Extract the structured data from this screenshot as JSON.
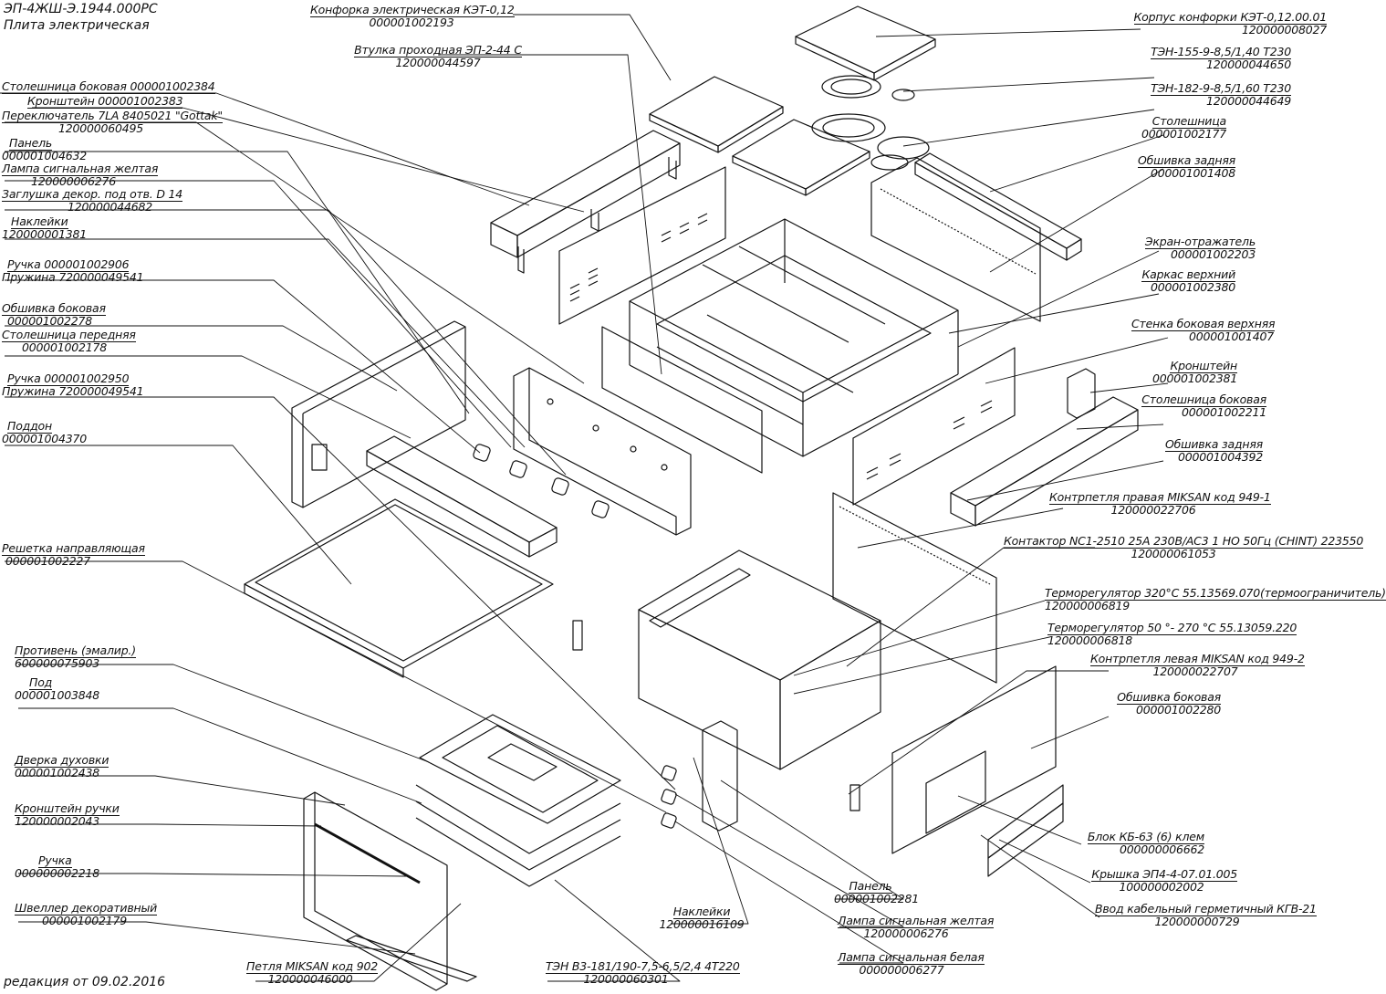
{
  "header": {
    "doc_code": "ЭП-4ЖШ-Э.1944.000РС",
    "doc_title": "Плита электрическая"
  },
  "footer": {
    "revision": "редакция от 09.02.2016"
  },
  "labels": {
    "l1": {
      "name": "Конфорка электрическая КЭТ-0,12",
      "code": "000001002193"
    },
    "l2": {
      "name": "Втулка проходная ЭП-2-44 С",
      "code": "120000044597"
    },
    "l3": {
      "name": "Корпус конфорки КЭТ-0,12.00.01",
      "code": "120000008027"
    },
    "l4": {
      "name": "ТЭН-155-9-8,5/1,40 Т230",
      "code": "120000044650"
    },
    "l5": {
      "name": "ТЭН-182-9-8,5/1,60 Т230",
      "code": "120000044649"
    },
    "l6": {
      "name": "Столешница",
      "code": "000001002177"
    },
    "l7": {
      "name": "Обшивка задняя",
      "code": "000001001408"
    },
    "l8": {
      "name": "Экран-отражатель",
      "code": "000001002203"
    },
    "l9": {
      "name": "Каркас верхний",
      "code": "000001002380"
    },
    "l10": {
      "name": "Стенка боковая верхняя",
      "code": "000001001407"
    },
    "l11": {
      "name": "Кронштейн",
      "code": "000001002381"
    },
    "l12": {
      "name": "Столешница боковая",
      "code": "000001002211"
    },
    "l13": {
      "name": "Обшивка задняя",
      "code": "000001004392"
    },
    "l14": {
      "name": "Контрпетля правая MIKSAN код 949-1",
      "code": "120000022706"
    },
    "l15": {
      "name": "Контактор NC1-2510 25А 230В/АС3 1 НО 50Гц (CHINT) 223550",
      "code": "120000061053"
    },
    "l16": {
      "name": "Терморегулятор 320°С  55.13569.070(термоограничитель)",
      "code": "120000006819"
    },
    "l17": {
      "name": "Терморегулятор 50 °- 270 °С   55.13059.220",
      "code": "120000006818"
    },
    "l18": {
      "name": "Контрпетля левая MIKSAN код 949-2",
      "code": "120000022707"
    },
    "l19": {
      "name": "Обшивка боковая",
      "code": "000001002280"
    },
    "l20": {
      "name": "Блок КБ-63 (6) клем",
      "code": "000000006662"
    },
    "l21": {
      "name": "Крышка ЭП4-4-07.01.005",
      "code": "100000002002"
    },
    "l22": {
      "name": "Ввод кабельный герметичный КГВ-21",
      "code": "120000000729"
    },
    "l23": {
      "name": "Столешница боковая  000001002384"
    },
    "l24": {
      "name": "Кронштейн 000001002383"
    },
    "l25": {
      "name": "Переключатель 7LA 8405021 \"Gottak\"",
      "code": "120000060495"
    },
    "l26": {
      "name": "Панель",
      "code": "000001004632"
    },
    "l27": {
      "name": "Лампа сигнальная желтая",
      "code": "120000006276"
    },
    "l28": {
      "name": "Заглушка декор. под отв. D 14",
      "code": "120000044682"
    },
    "l29": {
      "name": "Наклейки",
      "code": "120000001381"
    },
    "l30": {
      "name": "Ручка 000001002906",
      "code": "Пружина 720000049541"
    },
    "l31": {
      "name": "Обшивка боковая",
      "code": "000001002278"
    },
    "l32": {
      "name": "Столешница передняя",
      "code": "000001002178"
    },
    "l33": {
      "name": "Ручка 000001002950",
      "code": "Пружина 720000049541"
    },
    "l34": {
      "name": "Поддон",
      "code": "000001004370"
    },
    "l35": {
      "name": "Решетка направляющая",
      "code": "000001002227"
    },
    "l36": {
      "name": "Противень (эмалир.)",
      "code": "600000075903"
    },
    "l37": {
      "name": "Под",
      "code": "000001003848"
    },
    "l38": {
      "name": "Дверка духовки",
      "code": "000001002438"
    },
    "l39": {
      "name": "Кронштейн ручки",
      "code": "120000002043"
    },
    "l40": {
      "name": "Ручка",
      "code": "000000002218"
    },
    "l41": {
      "name": "Швеллер декоративный",
      "code": "000001002179"
    },
    "l42": {
      "name": "Петля MIKSAN код 902",
      "code": "120000046000"
    },
    "l43": {
      "name": "ТЭН В3-181/190-7,5-6,5/2,4  4Т220",
      "code": "120000060301"
    },
    "l44": {
      "name": "Наклейки",
      "code": "120000016109"
    },
    "l45": {
      "name": "Панель",
      "code": "000001002281"
    },
    "l46": {
      "name": "Лампа сигнальная желтая",
      "code": "120000006276"
    },
    "l47": {
      "name": "Лампа сигнальная белая",
      "code": "000000006277"
    }
  }
}
